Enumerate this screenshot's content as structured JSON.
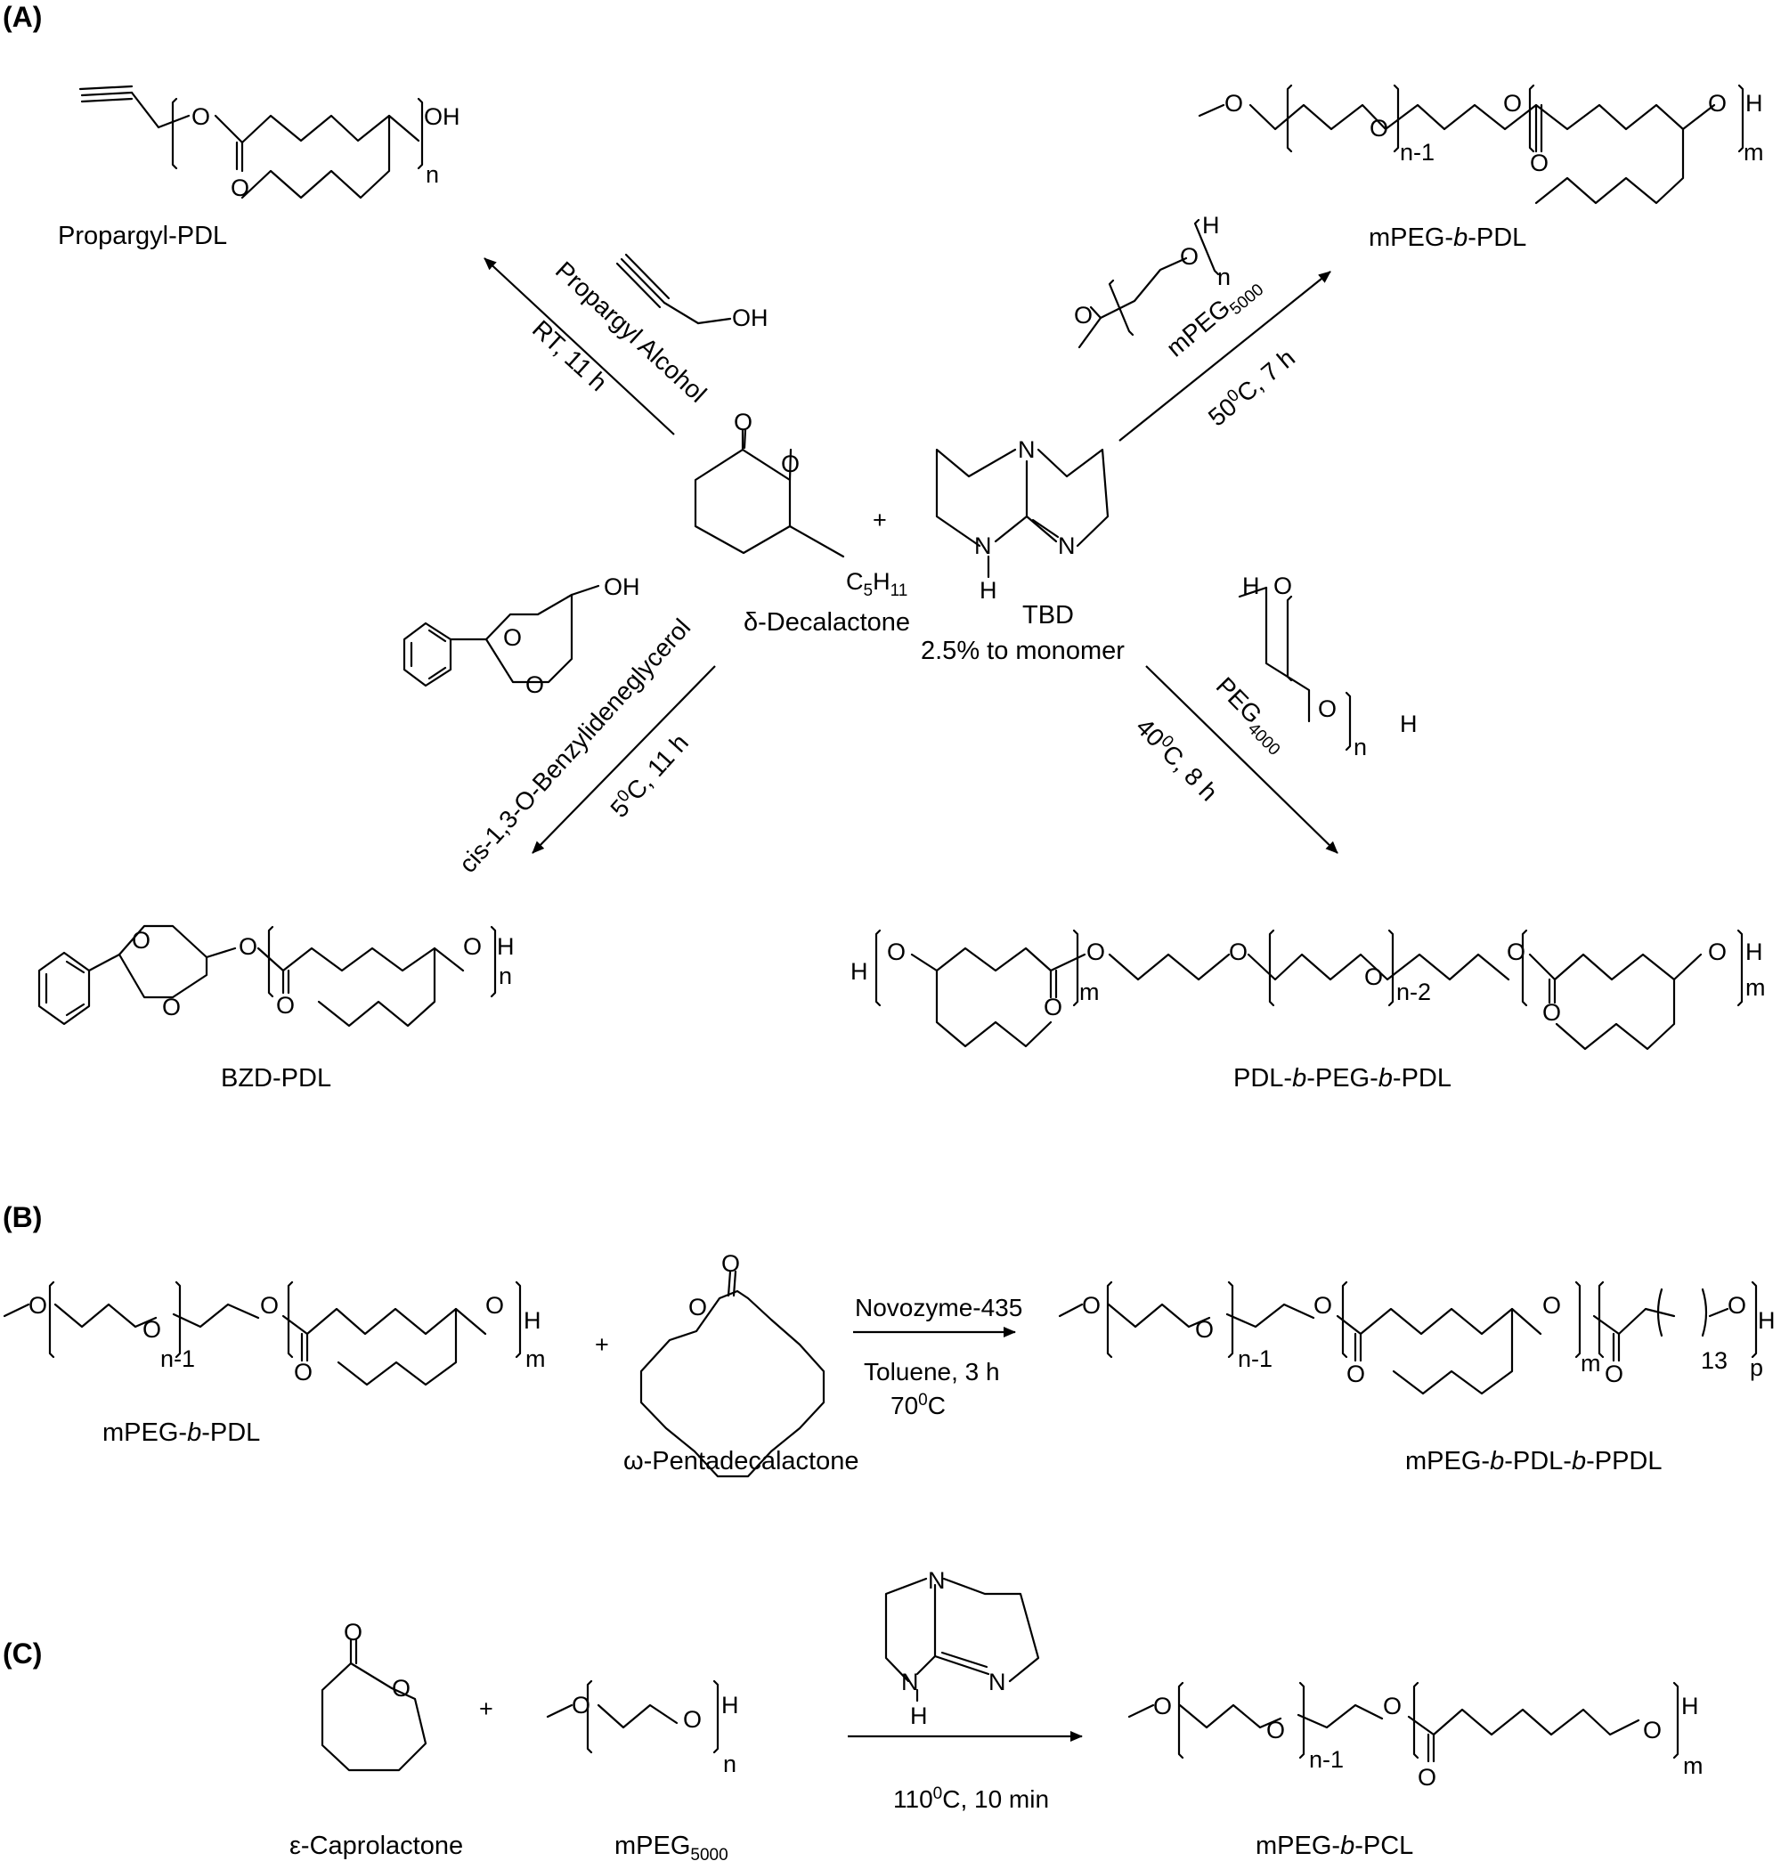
{
  "panels": {
    "a": "(A)",
    "b": "(B)",
    "c": "(C)"
  },
  "panel_a": {
    "monomer_name": "δ-Decalactone",
    "plus": "+",
    "catalyst_name": "TBD",
    "catalyst_loading": "2.5% to monomer",
    "substituent": {
      "main": "C",
      "sub1": "5",
      "mid": "H",
      "sub2": "11"
    },
    "routes": {
      "propargyl": {
        "reagent": "Propargyl Alcohol",
        "condition": "RT, 11 h",
        "product": "Propargyl-PDL"
      },
      "mpeg": {
        "reagent_main": "mPEG",
        "reagent_sub": "5000",
        "condition_num": "50",
        "condition_sup": "0",
        "condition_rest": "C, 7 h",
        "product": {
          "a": "mPEG-",
          "b": "b",
          "c": "-PDL"
        }
      },
      "benzylidene": {
        "reagent": "cis-1,3-O-Benzylideneglycerol",
        "condition_num": "5",
        "condition_sup": "0",
        "condition_rest": "C, 11 h",
        "product": "BZD-PDL"
      },
      "peg": {
        "reagent_main": "PEG",
        "reagent_sub": "4000",
        "condition_num": "40",
        "condition_sup": "0",
        "condition_rest": "C, 8 h",
        "product": {
          "a": "PDL-",
          "b": "b",
          "c": "-PEG-",
          "d": "b",
          "e": "-PDL"
        }
      }
    }
  },
  "panel_b": {
    "reactant1": {
      "a": "mPEG-",
      "b": "b",
      "c": "-PDL"
    },
    "plus": "+",
    "reactant2": "ω-Pentadecalactone",
    "enzyme": "Novozyme-435",
    "solvent": "Toluene, 3 h",
    "temp_num": "70",
    "temp_sup": "0",
    "temp_rest": "C",
    "product": {
      "a": "mPEG-",
      "b": "b",
      "c": "-PDL-",
      "d": "b",
      "e": "-PPDL"
    }
  },
  "panel_c": {
    "reactant1": "ε-Caprolactone",
    "plus": "+",
    "reactant2_main": "mPEG",
    "reactant2_sub": "5000",
    "temp_num": "110",
    "temp_sup": "0",
    "temp_rest": "C, 10 min",
    "product": {
      "a": "mPEG-",
      "b": "b",
      "c": "-PCL"
    }
  },
  "atoms": {
    "O": "O",
    "OH": "OH",
    "H": "H",
    "N": "N",
    "n": "n",
    "m": "m",
    "p": "p",
    "n1": "n-1",
    "n2": "n-2",
    "k13": "13"
  }
}
